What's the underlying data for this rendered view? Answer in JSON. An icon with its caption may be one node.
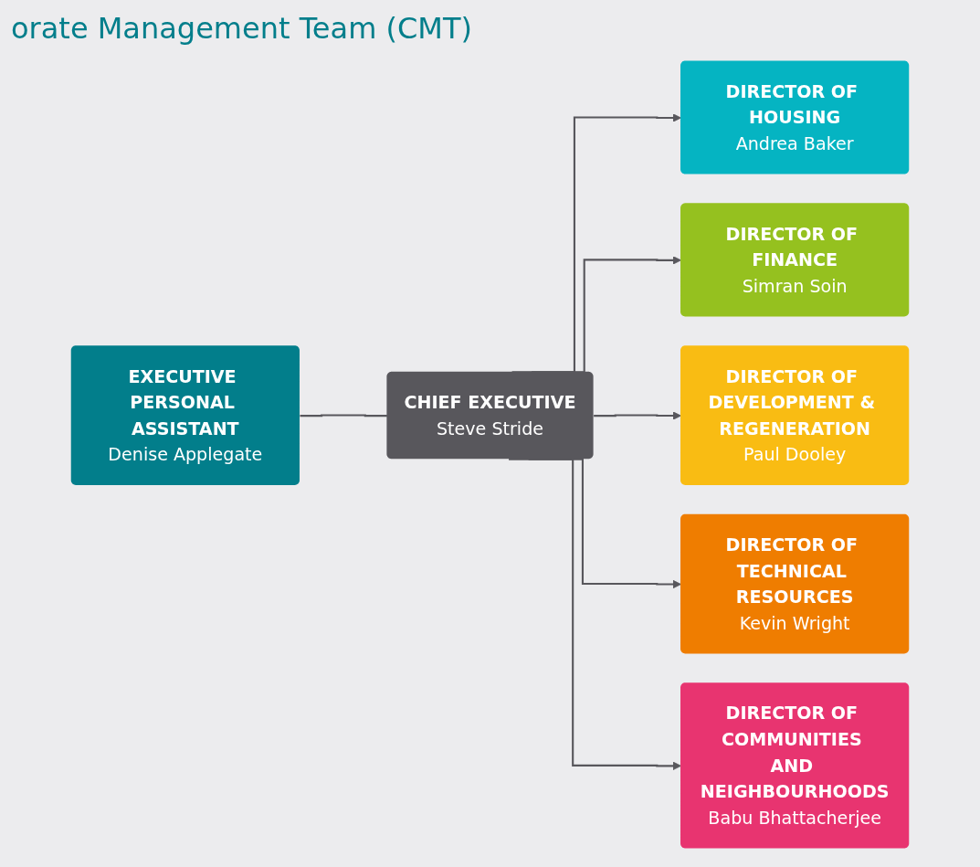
{
  "diagram": {
    "title": "orate Management Team (CMT)",
    "nodes": [
      {
        "text": [
          "CHIEF EXECUTIVE",
          "Steve Stride"
        ]
      },
      {
        "text": [
          "EXECUTIVE PERSONAL ASSISTANT",
          "Denise Applegate"
        ]
      },
      {
        "text": [
          "DIRECTOR OF HOUSING",
          "Andrea Baker"
        ]
      },
      {
        "text": [
          "DIRECTOR OF FINANCE",
          "Simran Soin"
        ]
      },
      {
        "text": [
          "DIRECTOR OF DEVELOPMENT & REGENERATION",
          "Paul Dooley"
        ]
      },
      {
        "text": [
          "DIRECTOR OF TECHNICAL RESOURCES",
          "Kevin Wright"
        ]
      },
      {
        "text": [
          "DIRECTOR OF COMMUNITIES AND NEIGHBOURHOODS",
          "Babu Bhattacherjee"
        ]
      }
    ],
    "edges": [
      {
        "from": 1,
        "to": 0,
        "arrow": "none"
      },
      {
        "from": 0,
        "to": 2,
        "arrow": "to"
      },
      {
        "from": 0,
        "to": 3,
        "arrow": "to"
      },
      {
        "from": 0,
        "to": 4,
        "arrow": "to"
      },
      {
        "from": 0,
        "to": 5,
        "arrow": "to"
      },
      {
        "from": 0,
        "to": 6,
        "arrow": "to"
      }
    ]
  }
}
